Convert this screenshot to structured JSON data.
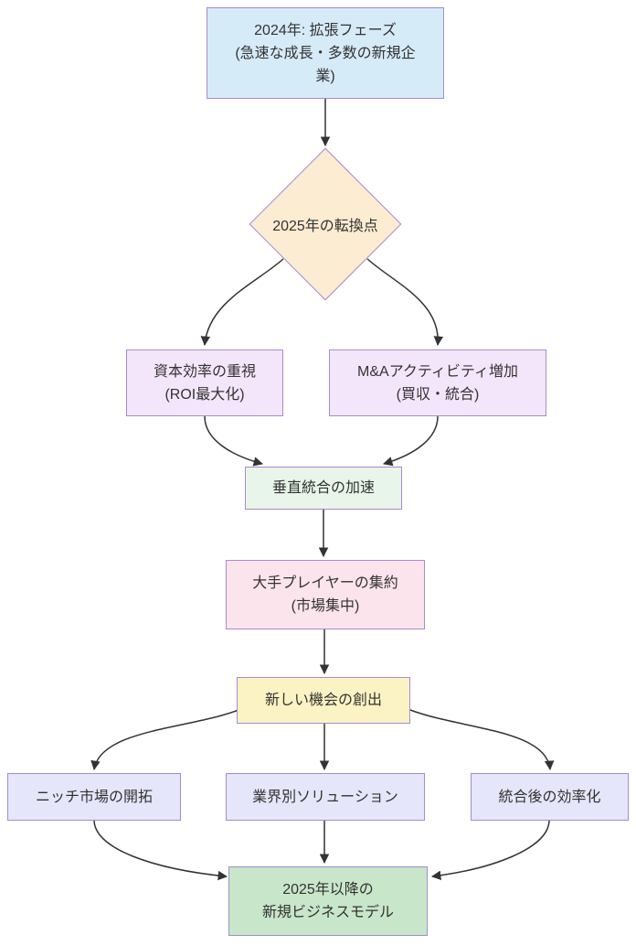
{
  "diagram": {
    "type": "flowchart",
    "direction": "top-down",
    "colors": {
      "border": "#a48bd2",
      "line": "#333333",
      "text": "#333333",
      "background": "#ffffff"
    },
    "nodes": {
      "expansion2024": {
        "shape": "rect",
        "fill": "#d6ebf8",
        "label": "2024年: 拡張フェーズ\n(急速な成長・多数の新規企\n業)"
      },
      "turningPoint2025": {
        "shape": "diamond",
        "fill": "#fcecd2",
        "label": "2025年の転換点"
      },
      "capitalEfficiency": {
        "shape": "rect",
        "fill": "#f3e6fa",
        "label": "資本効率の重視\n(ROI最大化)"
      },
      "maActivity": {
        "shape": "rect",
        "fill": "#f3e6fa",
        "label": "M&Aアクティビティ増加\n(買収・統合)"
      },
      "verticalIntegration": {
        "shape": "rect",
        "fill": "#e8f5e9",
        "label": "垂直統合の加速"
      },
      "playerConsolidation": {
        "shape": "rect",
        "fill": "#fce4ec",
        "label": "大手プレイヤーの集約\n(市場集中)"
      },
      "newOpportunities": {
        "shape": "rect",
        "fill": "#fbf3c3",
        "label": "新しい機会の創出"
      },
      "nicheMarket": {
        "shape": "rect",
        "fill": "#e6e6fa",
        "label": "ニッチ市場の開拓"
      },
      "industrySolutions": {
        "shape": "rect",
        "fill": "#e6e6fa",
        "label": "業界別ソリューション"
      },
      "postMergerEfficiency": {
        "shape": "rect",
        "fill": "#e6e6fa",
        "label": "統合後の効率化"
      },
      "newBusinessModels": {
        "shape": "rect",
        "fill": "#c8e6c9",
        "label": "2025年以降の\n新規ビジネスモデル"
      }
    },
    "edges": [
      {
        "from": "expansion2024",
        "to": "turningPoint2025"
      },
      {
        "from": "turningPoint2025",
        "to": "capitalEfficiency"
      },
      {
        "from": "turningPoint2025",
        "to": "maActivity"
      },
      {
        "from": "capitalEfficiency",
        "to": "verticalIntegration"
      },
      {
        "from": "maActivity",
        "to": "verticalIntegration"
      },
      {
        "from": "verticalIntegration",
        "to": "playerConsolidation"
      },
      {
        "from": "playerConsolidation",
        "to": "newOpportunities"
      },
      {
        "from": "newOpportunities",
        "to": "nicheMarket"
      },
      {
        "from": "newOpportunities",
        "to": "industrySolutions"
      },
      {
        "from": "newOpportunities",
        "to": "postMergerEfficiency"
      },
      {
        "from": "nicheMarket",
        "to": "newBusinessModels"
      },
      {
        "from": "industrySolutions",
        "to": "newBusinessModels"
      },
      {
        "from": "postMergerEfficiency",
        "to": "newBusinessModels"
      }
    ]
  }
}
